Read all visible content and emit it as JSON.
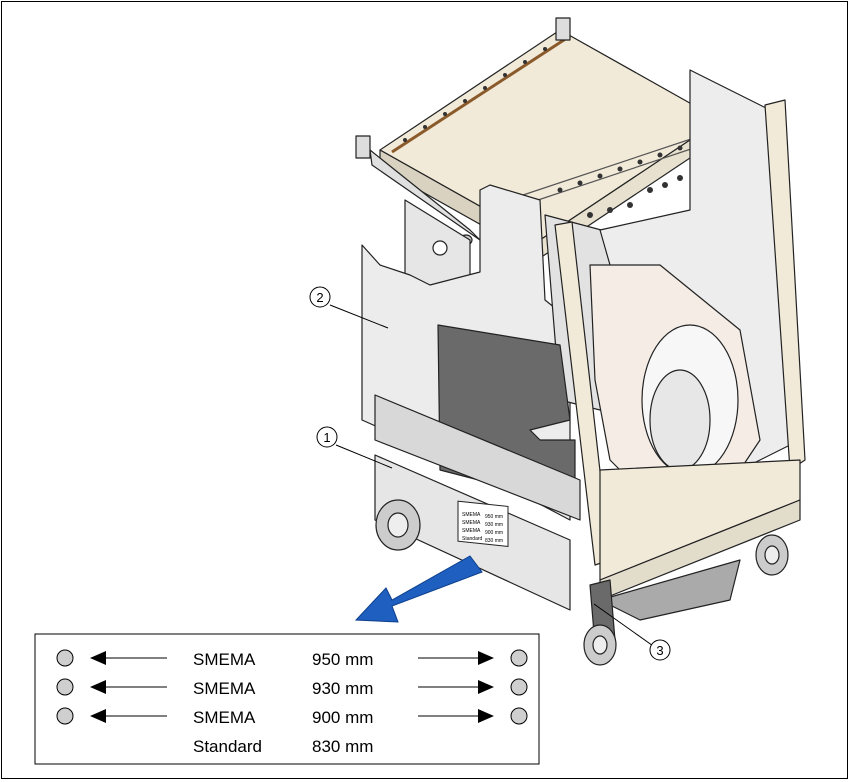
{
  "callouts": [
    "1",
    "2",
    "3"
  ],
  "label_plate": {
    "lines": [
      {
        "name": "SMEMA",
        "value": "950 mm"
      },
      {
        "name": "SMEMA",
        "value": "930 mm"
      },
      {
        "name": "SMEMA",
        "value": "900 mm"
      },
      {
        "name": "Standard",
        "value": "830 mm"
      }
    ]
  },
  "table": {
    "rows": [
      {
        "name": "SMEMA",
        "value": "950 mm",
        "indicators": true
      },
      {
        "name": "SMEMA",
        "value": "930 mm",
        "indicators": true
      },
      {
        "name": "SMEMA",
        "value": "900 mm",
        "indicators": true
      },
      {
        "name": "Standard",
        "value": "830 mm",
        "indicators": false
      }
    ]
  },
  "colors": {
    "accent_arrow": "#1f5fbf",
    "cream": "#f1ead8",
    "panel_grey": "#e6e6e6",
    "dark_panel": "#6a6a6a",
    "indicator": "#cfcfcf"
  }
}
